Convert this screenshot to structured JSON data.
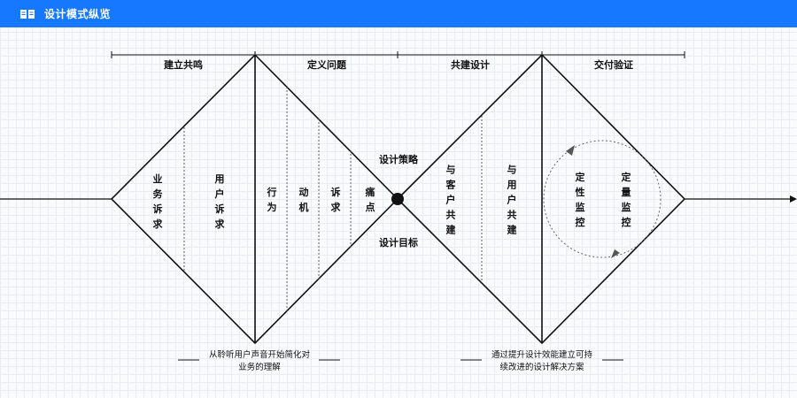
{
  "header": {
    "title": "设计模式纵览",
    "icon": "open-book-icon",
    "background_color": "#1677ff"
  },
  "phases": [
    "建立共鸣",
    "定义问题",
    "共建设计",
    "交付验证"
  ],
  "sections": {
    "empathy_a": "业务诉求",
    "empathy_b": "用户诉求",
    "define_a": "行为",
    "define_b": "动机",
    "define_c": "诉求",
    "define_d": "痛点",
    "build_a": "与客户共建",
    "build_b": "与用户共建",
    "verify_a": "定性监控",
    "verify_b": "定量监控"
  },
  "center": {
    "top_label": "设计策略",
    "bottom_label": "设计目标"
  },
  "notes": {
    "left": [
      "从聆听用户声音开始简化对",
      "业务的理解"
    ],
    "right": [
      "通过提升设计效能建立可持",
      "续改进的设计解决方案"
    ]
  }
}
